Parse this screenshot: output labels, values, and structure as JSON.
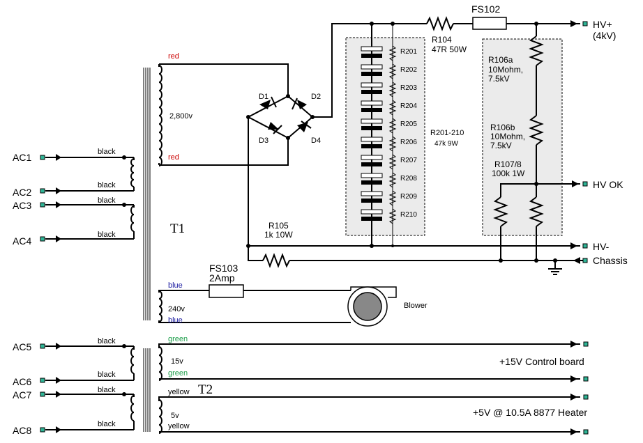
{
  "terminals": {
    "ac1": "AC1",
    "ac2": "AC2",
    "ac3": "AC3",
    "ac4": "AC4",
    "ac5": "AC5",
    "ac6": "AC6",
    "ac7": "AC7",
    "ac8": "AC8",
    "hv_plus": "HV+",
    "hv_plus_value": "(4kV)",
    "hv_ok": "HV OK",
    "hv_minus": "HV-",
    "chassis": "Chassis"
  },
  "transformers": {
    "t1": "T1",
    "t2": "T2",
    "hv_secondary_voltage": "2,800v",
    "blower_secondary_voltage": "240v",
    "t2_secondary_15v": "15v",
    "t2_secondary_5v": "5v"
  },
  "wire_colors": {
    "red": "red",
    "black": "black",
    "blue": "blue",
    "green": "green",
    "yellow": "yellow"
  },
  "colors": {
    "red_wire": "#cc0000",
    "blue_wire": "#1a1aa0",
    "green_wire": "#1d9e4a",
    "terminal": "#2fb596",
    "shaded_box": "#ebebeb"
  },
  "diodes": [
    "D1",
    "D2",
    "D3",
    "D4"
  ],
  "resistors": {
    "r104_name": "R104",
    "r104_value": "47R 50W",
    "r105_name": "R105",
    "r105_value": "1k 10W",
    "bank": [
      "R201",
      "R202",
      "R203",
      "R204",
      "R205",
      "R206",
      "R207",
      "R208",
      "R209",
      "R210"
    ],
    "bank_name": "R201-210",
    "bank_value": "47k 9W",
    "r106a_name": "R106a",
    "r106a_value1": "10Mohm,",
    "r106a_value2": "7.5kV",
    "r106b_name": "R106b",
    "r106b_value1": "10Mohm,",
    "r106b_value2": "7.5kV",
    "r107_name": "R107/8",
    "r107_value": "100k 1W"
  },
  "fuses": {
    "fs102": "FS102",
    "fs103": "FS103",
    "fs103_rating": "2Amp"
  },
  "loads": {
    "blower": "Blower",
    "control_board": "+15V Control board",
    "heater": "+5V @ 10.5A 8877 Heater"
  }
}
